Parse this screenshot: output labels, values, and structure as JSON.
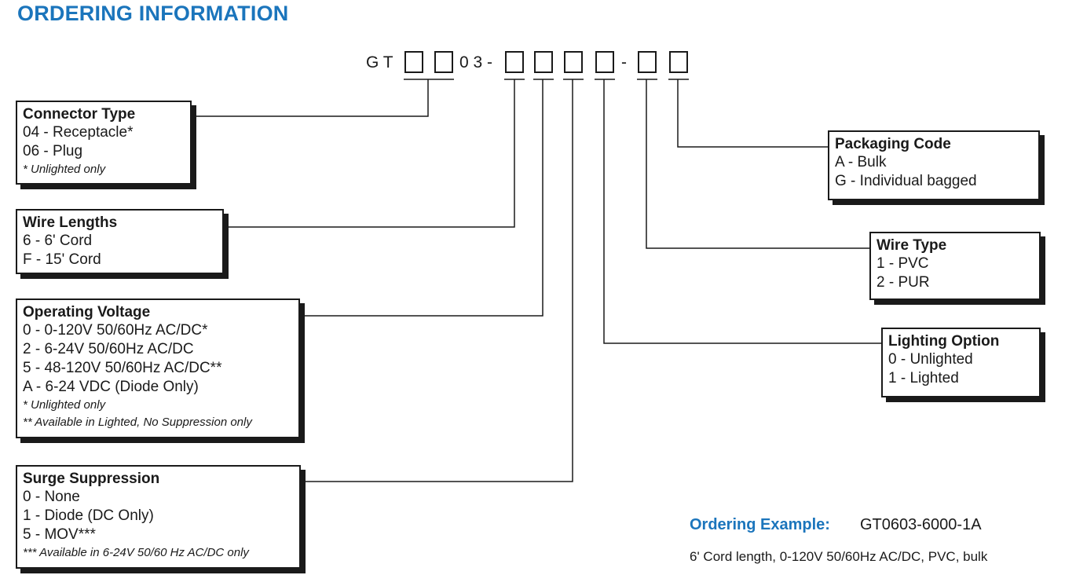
{
  "title": "ORDERING INFORMATION",
  "part_code": {
    "prefix": "G T",
    "middle": "0 3 -",
    "dash": "-"
  },
  "connector_type": {
    "header": "Connector Type",
    "options": [
      "04 - Receptacle*",
      "06 - Plug"
    ],
    "notes": [
      "* Unlighted only"
    ]
  },
  "wire_lengths": {
    "header": "Wire Lengths",
    "options": [
      "6 - 6' Cord",
      "F - 15' Cord"
    ]
  },
  "operating_voltage": {
    "header": "Operating Voltage",
    "options": [
      "0  -  0-120V 50/60Hz AC/DC*",
      "2  -  6-24V 50/60Hz AC/DC",
      "5  -  48-120V 50/60Hz AC/DC**",
      "A  -  6-24 VDC (Diode Only)"
    ],
    "notes": [
      "* Unlighted only",
      "** Available in Lighted, No Suppression only"
    ]
  },
  "surge_suppression": {
    "header": "Surge Suppression",
    "options": [
      "0 - None",
      "1 - Diode (DC Only)",
      "5 - MOV***"
    ],
    "notes": [
      "*** Available in 6-24V 50/60 Hz AC/DC only"
    ]
  },
  "packaging_code": {
    "header": "Packaging Code",
    "options": [
      "A  -  Bulk",
      "G  -  Individual bagged"
    ]
  },
  "wire_type": {
    "header": "Wire Type",
    "options": [
      "1  -  PVC",
      "2  -  PUR"
    ]
  },
  "lighting_option": {
    "header": "Lighting Option",
    "options": [
      "0  -  Unlighted",
      "1  -  Lighted"
    ]
  },
  "example": {
    "label": "Ordering Example:",
    "code": "GT0603-6000-1A",
    "description": "6' Cord length, 0-120V 50/60Hz AC/DC, PVC, bulk"
  },
  "colors": {
    "accent": "#1b75bc",
    "ink": "#1a1a1a"
  }
}
